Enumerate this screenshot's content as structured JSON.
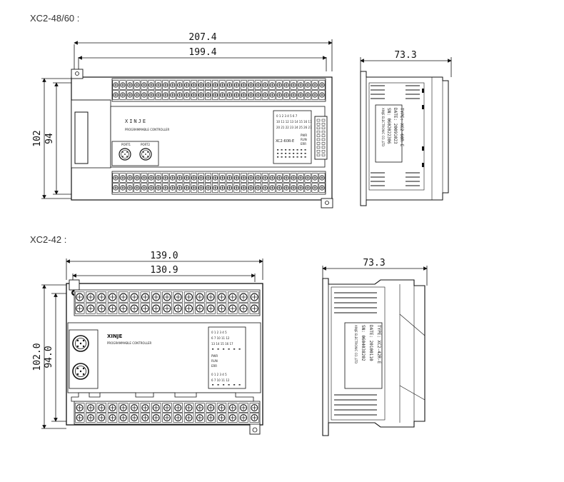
{
  "sections": [
    {
      "heading": "XC2-48/60 :",
      "dims": {
        "overall_width": "207.4",
        "mount_width": "199.4",
        "overall_height": "102",
        "mount_height": "94",
        "depth": "73.3"
      },
      "front_panel": {
        "brand": "XINJE",
        "subtitle": "PROGRAMMABLE CONTROLLER",
        "port1": "PORT1",
        "port2": "PORT2",
        "model_label": "XC2-60R-E",
        "status_labels": [
          "PWR",
          "RUN",
          "ERR"
        ],
        "io_rows": [
          "0 1 2 3 4 5 6 7",
          "10 11 12 13 14 15 16 17",
          "20 21 22 23 24 25 26 27"
        ],
        "terminal_count_top": 30,
        "terminal_count_bottom": 30
      },
      "side_label_lines": [
        "TYPE: XC2-60R-E",
        "DATE: 20091023",
        "SN: 0602022306",
        "XINJE ELECTRONIC CO.,LTD"
      ]
    },
    {
      "heading": "XC2-42 :",
      "dims": {
        "overall_width": "139.0",
        "mount_width": "130.9",
        "overall_height": "102.0",
        "mount_height": "94.0",
        "depth": "73.3"
      },
      "front_panel": {
        "brand": "XINJE",
        "subtitle": "PROGRAMMABLE CONTROLLER",
        "model_label": "",
        "status_labels": [
          "PWR",
          "RUN",
          "ERR"
        ],
        "io_rows": [
          "0 1 2 3 4 5",
          "6 7 10 11 12",
          "13 14 15 16 17"
        ],
        "out_rows": [
          "0 1 2 3 4 5",
          "6 7 10 11 12"
        ],
        "terminal_count_top": 17,
        "terminal_count_bottom": 17
      },
      "side_label_lines": [
        "TYPE: XC2-42R-E",
        "DATE: 20100110",
        "SN: 0604038202",
        "XINJE ELECTRONIC CO.,LTD"
      ]
    }
  ]
}
